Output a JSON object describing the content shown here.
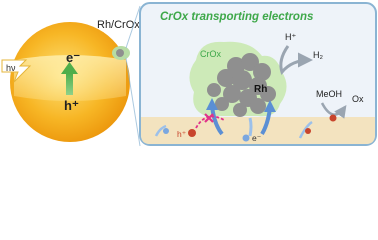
{
  "particle": {
    "electron_label": "e⁻",
    "hole_label": "h⁺",
    "light_label": "hν",
    "cocatalyst_label": "Rh/CrOx"
  },
  "inset": {
    "title": "CrOx transporting electrons",
    "crox_label": "CrOx",
    "rh_label": "Rh",
    "hplus_label": "H⁺",
    "h2_label": "H₂",
    "meoh_label": "MeOH",
    "ox_label": "Ox",
    "hole_label": "h⁺",
    "electron_label": "e⁻"
  },
  "colors": {
    "particle_core": "#f3a20f",
    "particle_edge": "#fde58a",
    "inset_frame": "#8ab4d3",
    "inset_bg": "#eef3f9",
    "substrate": "#f3e3bf",
    "crox_fill": "#c9e9b0",
    "rh_fill": "#8f8f8f",
    "title_green": "#3ea84a",
    "arrow_blue": "#5b8fd4",
    "forbidden_pink": "#e0338a",
    "hole_red": "#c8452c",
    "electron_blue": "#7aa7e0"
  }
}
